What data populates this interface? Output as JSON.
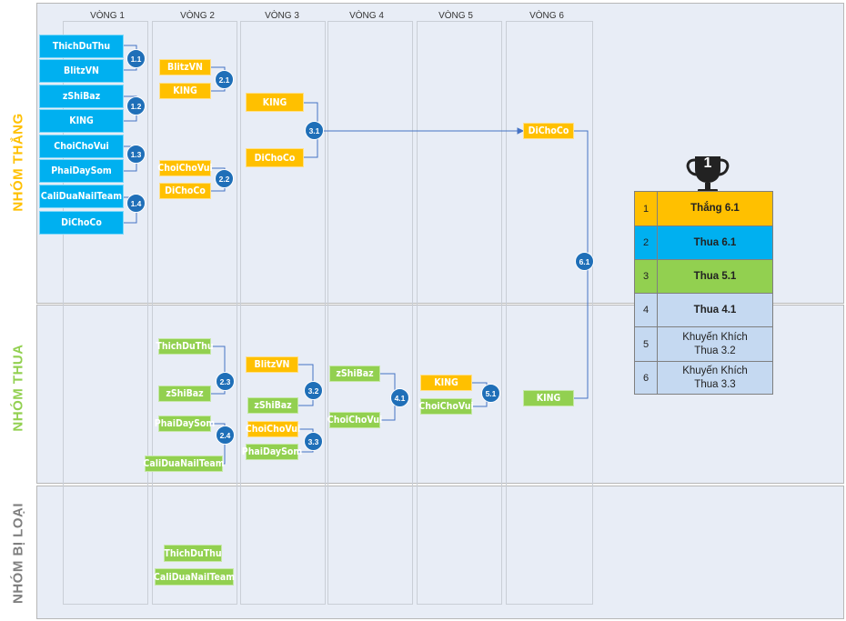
{
  "rounds": [
    "VÒNG 1",
    "VÒNG 2",
    "VÒNG 3",
    "VÒNG 4",
    "VÒNG 5",
    "VÒNG 6"
  ],
  "groups": {
    "winners": "NHÓM THẮNG",
    "losers": "NHÓM THUA",
    "eliminated": "NHÓM BỊ LOẠI"
  },
  "round1": [
    "ThichDuThu",
    "BlitzVN",
    "zShiBaz",
    "KING",
    "ChoiChoVui",
    "PhaiDaySom",
    "CaliDuaNailTeam",
    "DiChoCo"
  ],
  "round2_win": [
    "BlitzVN",
    "KING",
    "ChoiChoVui",
    "DiChoCo"
  ],
  "round3_win": [
    "KING",
    "DiChoCo"
  ],
  "round6_win": "DiChoCo",
  "round2_lose": [
    "ThichDuThu",
    "zShiBaz",
    "PhaiDaySom",
    "CaliDuaNailTeam"
  ],
  "round3_lose": [
    "BlitzVN",
    "zShiBaz",
    "ChoiChoVui",
    "PhaiDaySom"
  ],
  "round4_lose": [
    "zShiBaz",
    "ChoiChoVui"
  ],
  "round5_lose": [
    "KING",
    "ChoiChoVui"
  ],
  "round6_lose": "KING",
  "eliminated": [
    "ThichDuThu",
    "CaliDuaNailTeam"
  ],
  "matches": {
    "m11": "1.1",
    "m12": "1.2",
    "m13": "1.3",
    "m14": "1.4",
    "m21": "2.1",
    "m22": "2.2",
    "m23": "2.3",
    "m24": "2.4",
    "m31": "3.1",
    "m32": "3.2",
    "m33": "3.3",
    "m41": "4.1",
    "m51": "5.1",
    "m61": "6.1"
  },
  "trophy_number": "1",
  "ranking": [
    {
      "place": "1",
      "result": "Thắng 6.1",
      "color": "#ffc000",
      "bold": true
    },
    {
      "place": "2",
      "result": "Thua 6.1",
      "color": "#00b0f0",
      "bold": true
    },
    {
      "place": "3",
      "result": "Thua 5.1",
      "color": "#92d050",
      "bold": true
    },
    {
      "place": "4",
      "result": "Thua 4.1",
      "color": "#c5d9f1",
      "bold": true
    },
    {
      "place": "5",
      "result": "Khuyến Khích Thua 3.2",
      "color": "#c5d9f1",
      "bold": false
    },
    {
      "place": "6",
      "result": "Khuyến Khích Thua 3.3",
      "color": "#c5d9f1",
      "bold": false
    }
  ],
  "colors": {
    "blue": "#00b0f0",
    "yellow": "#ffc000",
    "green": "#92d050",
    "match": "#1f6fb8",
    "line": "#4472c4"
  }
}
